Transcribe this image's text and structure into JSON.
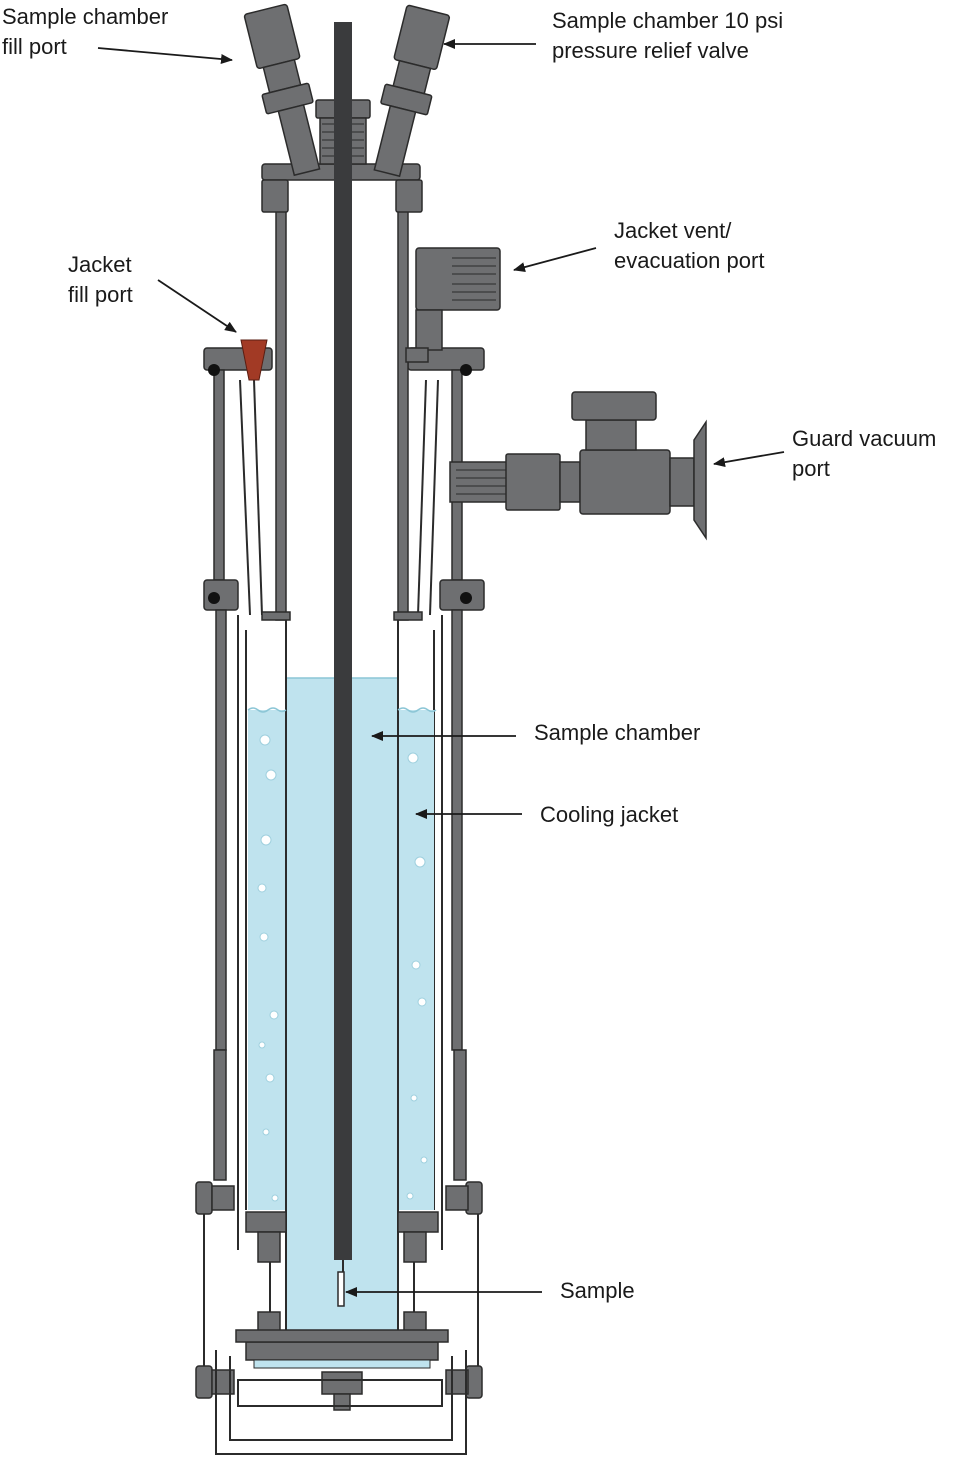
{
  "labels": {
    "sample_fill_port": [
      "Sample chamber",
      "fill port"
    ],
    "relief_valve": [
      "Sample chamber 10 psi",
      "pressure relief valve"
    ],
    "jacket_vent": [
      "Jacket vent/",
      "evacuation port"
    ],
    "jacket_fill": [
      "Jacket",
      "fill port"
    ],
    "guard_vacuum": [
      "Guard vacuum",
      "port"
    ],
    "sample_chamber": "Sample chamber",
    "cooling_jacket": "Cooling jacket",
    "sample": "Sample"
  },
  "colors": {
    "metal": "#6e6f71",
    "metal_dark": "#4a4b4d",
    "rod": "#3a3b3d",
    "liquid": "#bfe3ee",
    "bubble_stroke": "#ffffff",
    "plug": "#a23a25",
    "line": "#1a1a1a"
  }
}
